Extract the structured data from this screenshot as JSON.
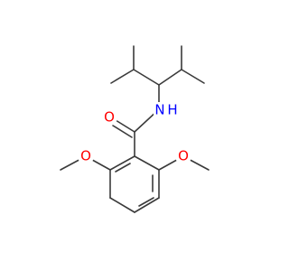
{
  "molecule": {
    "atoms": {
      "carbonyl_oxygen": "O",
      "amide_nitrogen": "N",
      "amide_hydrogen": "H",
      "left_ether_oxygen": "O",
      "right_ether_oxygen": "O"
    },
    "colors": {
      "bond": "#3a3a3a",
      "oxygen": "#ff0000",
      "nitrogen": "#0000ff"
    }
  }
}
